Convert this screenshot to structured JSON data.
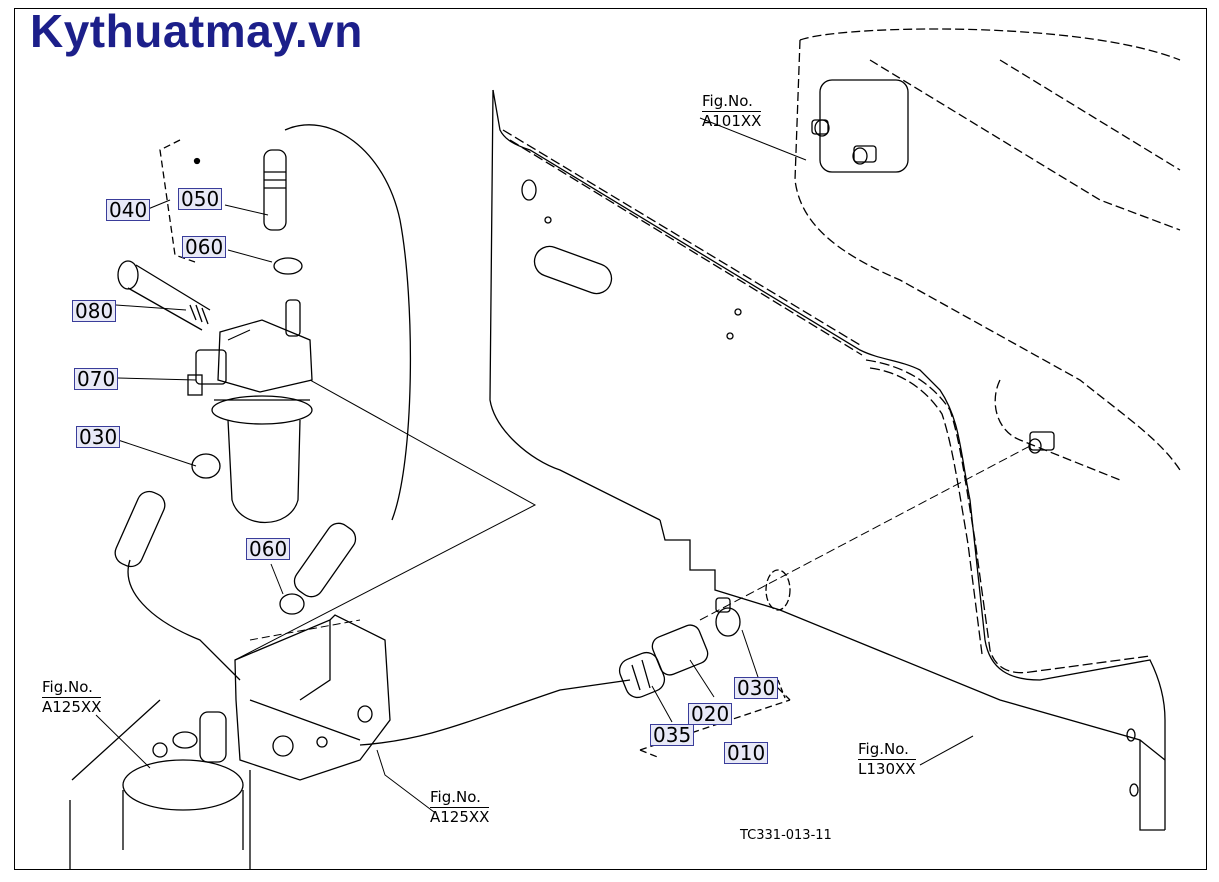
{
  "brand": "Kythuatmay.vn",
  "drawing_code": "TC331-013-11",
  "colors": {
    "brand": "#1c1f8a",
    "label_bg": "#e8e9f7",
    "label_border": "#3a3d9a"
  },
  "part_labels": {
    "p040": "040",
    "p050": "050",
    "p060a": "060",
    "p080": "080",
    "p070": "070",
    "p030a": "030",
    "p060b": "060",
    "p030b": "030",
    "p020": "020",
    "p035": "035",
    "p010": "010"
  },
  "fig_refs": {
    "a101": {
      "label": "Fig.No.",
      "code": "A101XX"
    },
    "a125_left": {
      "label": "Fig.No.",
      "code": "A125XX"
    },
    "a125_bottom": {
      "label": "Fig.No.",
      "code": "A125XX"
    },
    "l130": {
      "label": "Fig.No.",
      "code": "L130XX"
    }
  }
}
